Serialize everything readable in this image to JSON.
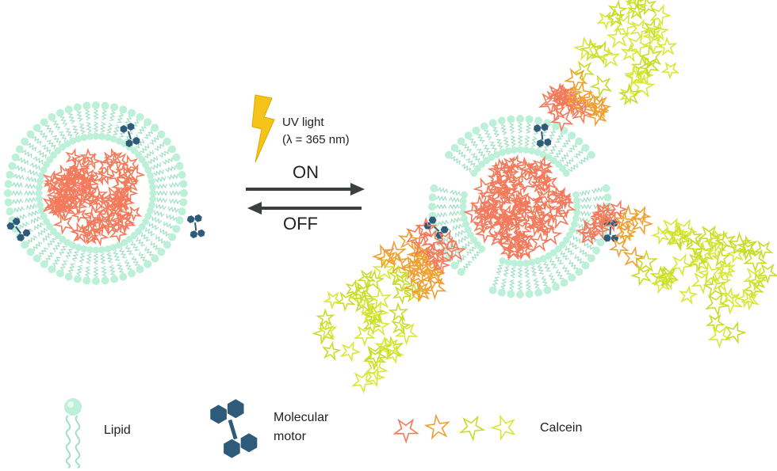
{
  "stimulus": {
    "line1": "UV light",
    "line2": "(λ = 365 nm)"
  },
  "switch": {
    "on": "ON",
    "off": "OFF"
  },
  "legend": {
    "lipid": "Lipid",
    "motor_line1": "Molecular",
    "motor_line2": "motor",
    "calcein": "Calcein"
  },
  "colors": {
    "lipid_head": "#bdf0d8",
    "lipid_tail": "#9fe0c4",
    "motor": "#2f5b7a",
    "calcein_red": "#f47a5c",
    "calcein_orange": "#f0a030",
    "calcein_lime": "#c8dc28",
    "calcein_yellow": "#d8e838",
    "lightning": "#f5c418",
    "arrow": "#3a3f3f"
  },
  "icons": [
    "lightning-icon",
    "lipid-icon",
    "molecular-motor-icon",
    "calcein-star-icon"
  ]
}
